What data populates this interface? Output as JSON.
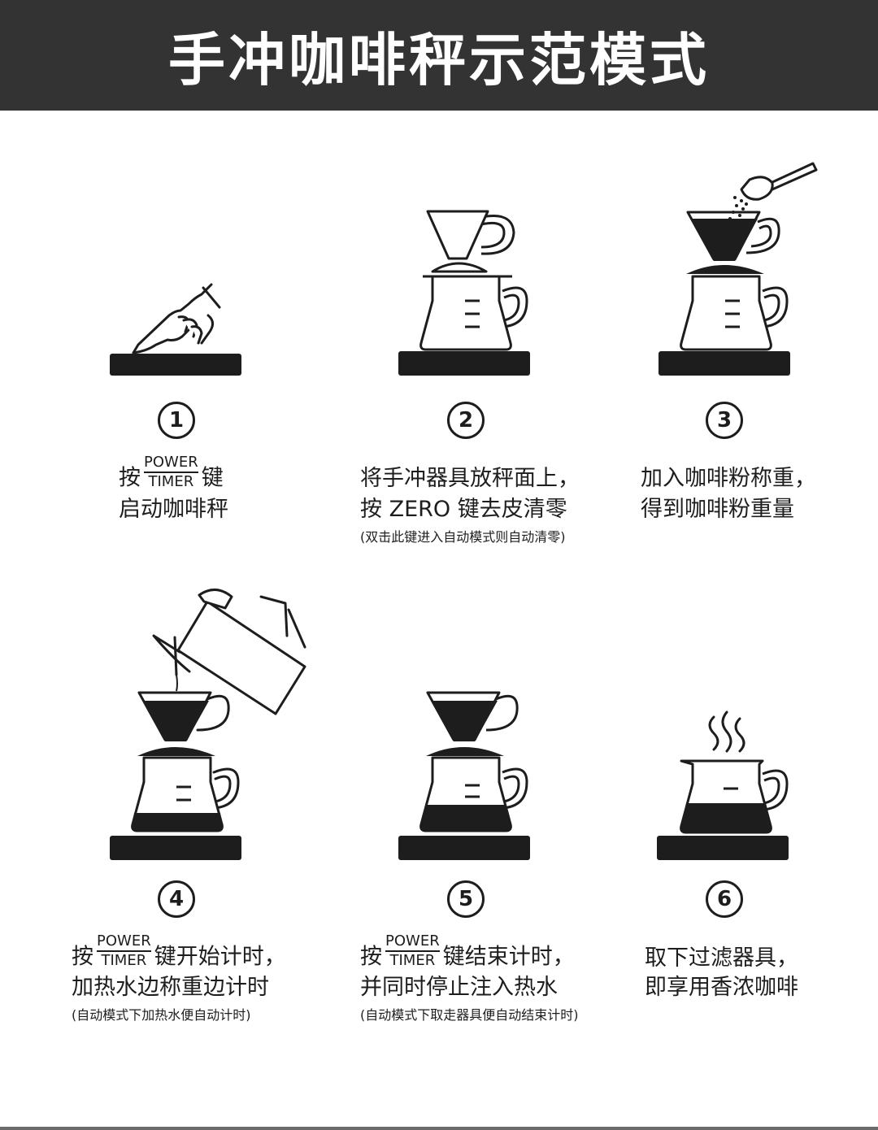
{
  "title": "手冲咖啡秤示范模式",
  "steps": [
    {
      "num": "1",
      "power": "POWER",
      "timer": "TIMER",
      "line1_pre": "按",
      "line1_post": "键",
      "line2": "启动咖啡秤"
    },
    {
      "num": "2",
      "line1": "将手冲器具放秤面上，",
      "line2": "按 ZERO 键去皮清零",
      "note": "(双击此键进入自动模式则自动清零)"
    },
    {
      "num": "3",
      "line1": "加入咖啡粉称重，",
      "line2": "得到咖啡粉重量"
    },
    {
      "num": "4",
      "power": "POWER",
      "timer": "TIMER",
      "line1_pre": "按",
      "line1_post": "键开始计时，",
      "line2": "加热水边称重边计时",
      "note": "(自动模式下加热水便自动计时)"
    },
    {
      "num": "5",
      "power": "POWER",
      "timer": "TIMER",
      "line1_pre": "按",
      "line1_post": "键结束计时，",
      "line2": "并同时停止注入热水",
      "note": "(自动模式下取走器具便自动结束计时)"
    },
    {
      "num": "6",
      "line1": "取下过滤器具，",
      "line2": "即享用香浓咖啡"
    }
  ],
  "icons": [
    "finger-press-icon",
    "dripper-server-icon",
    "coffee-scoop-icon",
    "kettle-pour-icon",
    "dripper-brewed-icon",
    "steaming-server-icon"
  ],
  "colors": {
    "header_bg": "#333333",
    "ink": "#1d1d1d",
    "white": "#ffffff"
  }
}
